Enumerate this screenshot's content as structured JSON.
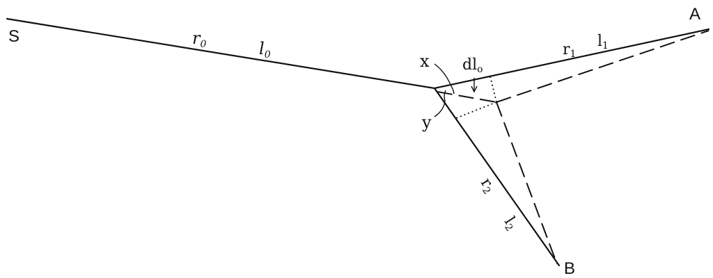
{
  "points": {
    "S": "S",
    "A": "A",
    "B": "B"
  },
  "labels": {
    "r0": {
      "main": "r",
      "sub": "0"
    },
    "l0": {
      "main": "l",
      "sub": "0"
    },
    "r1": {
      "main": "r",
      "sub": "1"
    },
    "l1": {
      "main": "l",
      "sub": "1"
    },
    "r2": {
      "main": "r",
      "sub": "2"
    },
    "l2": {
      "main": "l",
      "sub": "2"
    },
    "dl0": {
      "main": "dl",
      "sub": "o"
    },
    "x": "x",
    "y": "y"
  }
}
